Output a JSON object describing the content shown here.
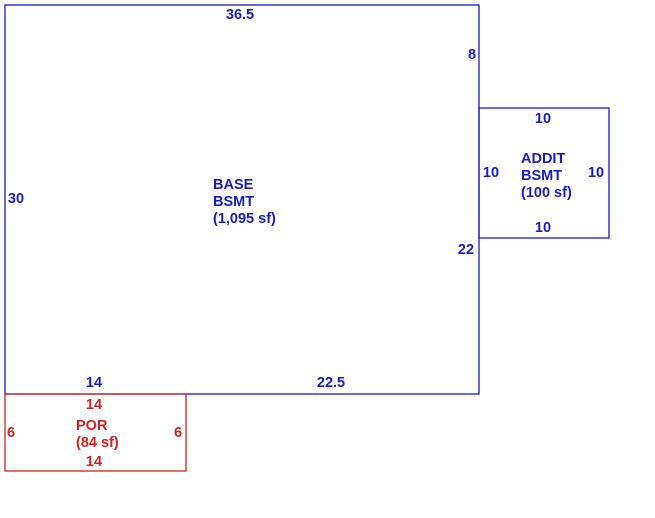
{
  "colors": {
    "basement": "#1a1acc",
    "porch": "#d42020"
  },
  "areas": {
    "base": {
      "line1": "BASE",
      "line2": "BSMT",
      "line3": "(1,095 sf)"
    },
    "addition": {
      "line1": "ADDIT",
      "line2": "BSMT",
      "line3": "(100 sf)"
    },
    "porch": {
      "line1": "POR",
      "line2": "(84 sf)"
    }
  },
  "dimensions": {
    "base_top": "36.5",
    "base_left": "30",
    "base_right_upper": "8",
    "base_right_lower": "22",
    "base_bottom_left": "14",
    "base_bottom_right": "22.5",
    "addition_top": "10",
    "addition_left": "10",
    "addition_right": "10",
    "addition_bottom": "10",
    "porch_top": "14",
    "porch_left": "6",
    "porch_right": "6",
    "porch_bottom": "14"
  }
}
